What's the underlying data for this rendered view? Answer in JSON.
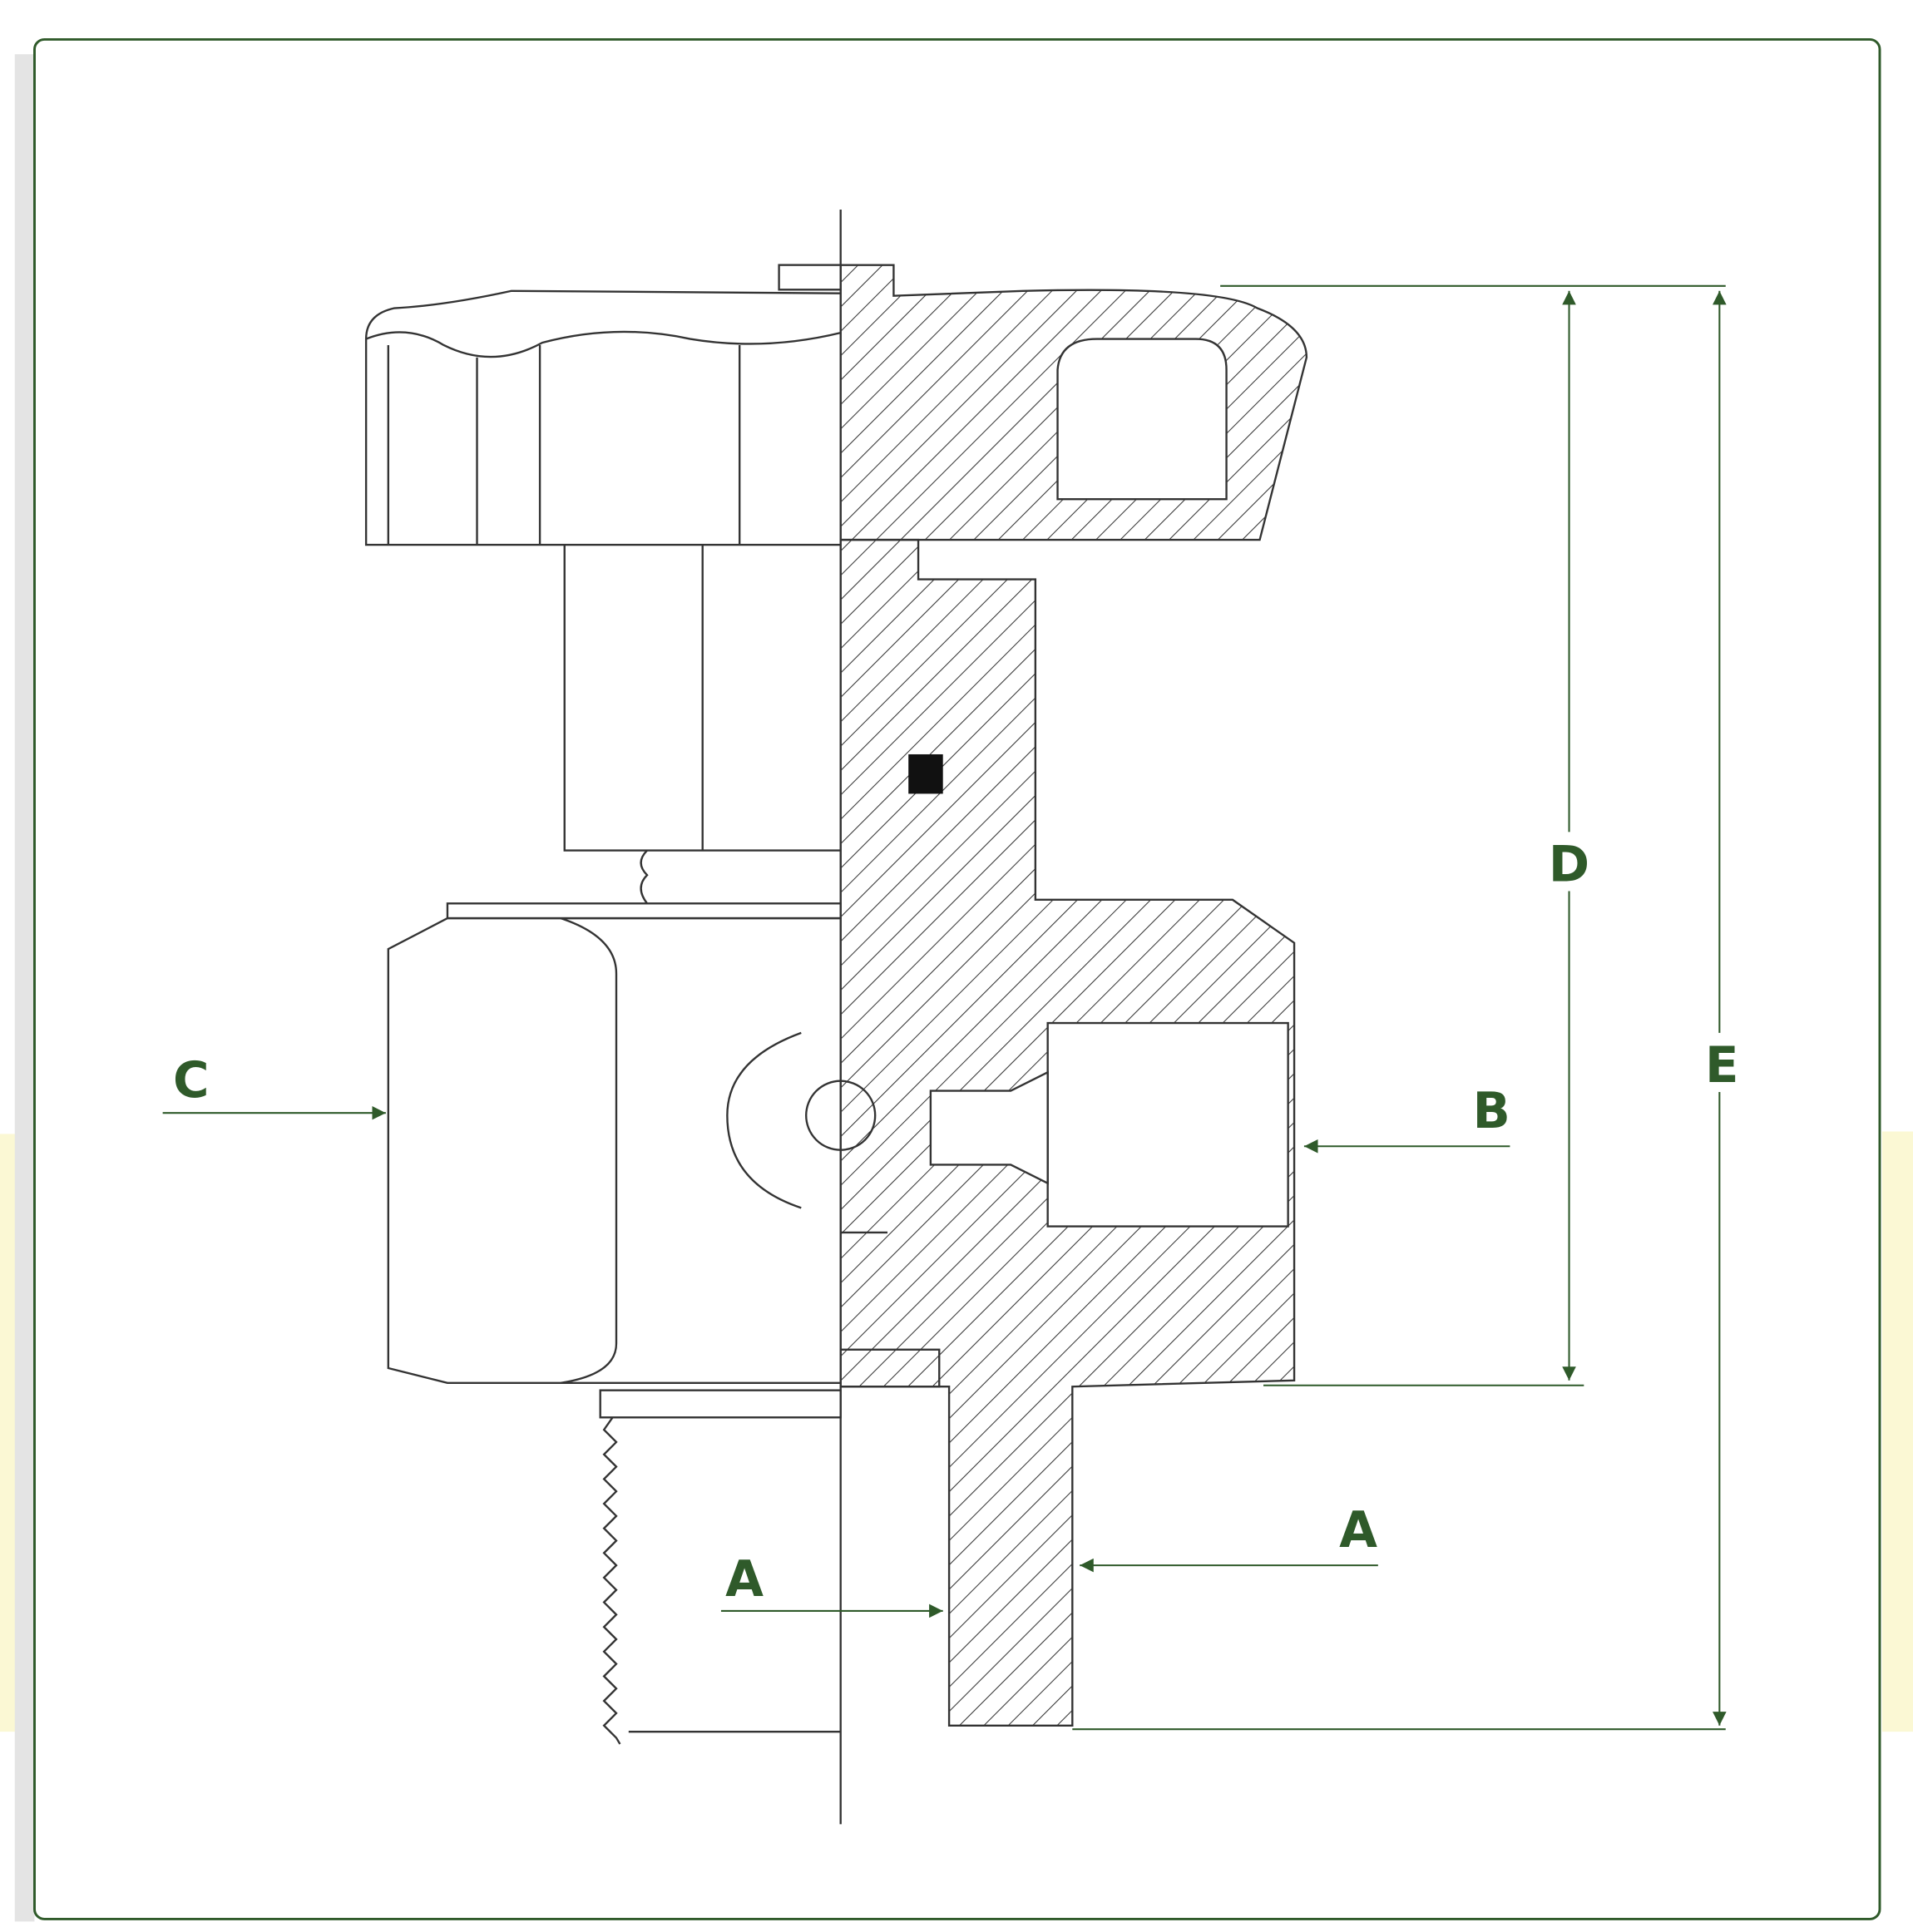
{
  "diagram": {
    "labels": {
      "thread_inner": "A",
      "thread_outer": "A",
      "outlet": "B",
      "body_hex": "C",
      "height_body": "D",
      "height_total": "E"
    },
    "colors": {
      "accent": "#2f5a2a",
      "line": "#333333",
      "strip": "#fbf8d4"
    }
  }
}
